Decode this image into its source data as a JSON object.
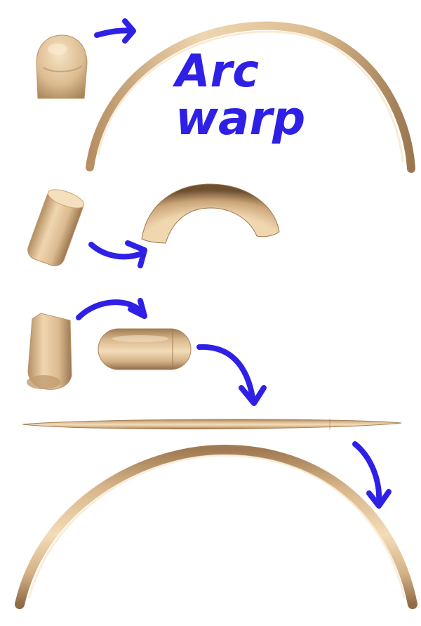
{
  "annotation": {
    "line1": "Arc",
    "line2": "warp"
  },
  "colors": {
    "ink": "#2f20e6",
    "skin_light": "#f2d9b4",
    "skin_mid": "#d9b78c",
    "skin_dark": "#8c6a45",
    "background": "#ffffff"
  },
  "steps": [
    {
      "object": "rounded-cap",
      "arrow": "arrow-cap-to-arc"
    },
    {
      "object": "tilted-cylinder",
      "arrow": "arrow-cylinder-to-half-ring"
    },
    {
      "object": "cut-cylinder",
      "arrow": "arrow-cut-cylinder-to-capsule"
    },
    {
      "object": "capsule",
      "arrow": "arrow-capsule-to-rod"
    },
    {
      "object": "long-rod",
      "arrow": "arrow-rod-to-wide-arc"
    },
    {
      "object": "wide-arc"
    }
  ]
}
